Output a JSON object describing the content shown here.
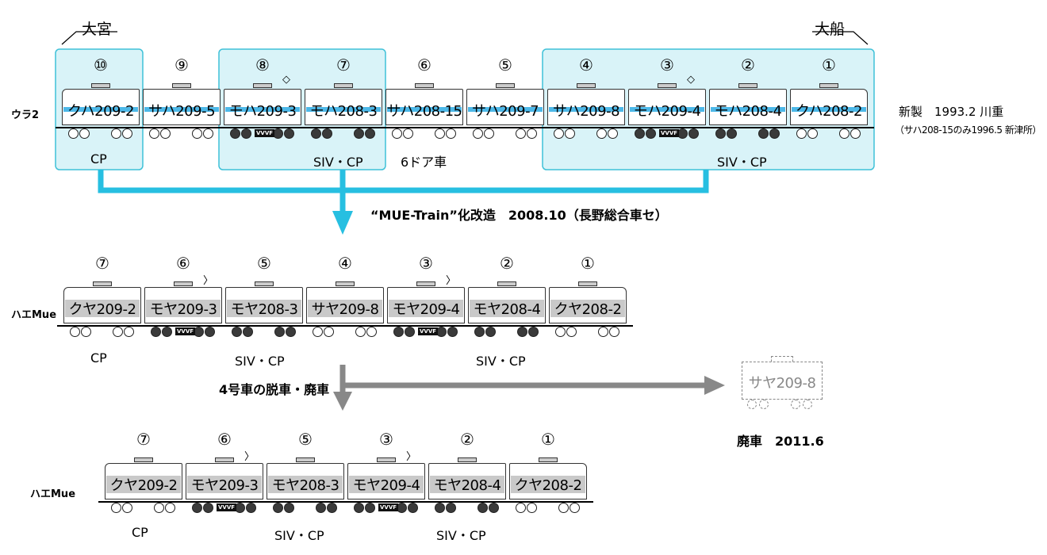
{
  "directions": {
    "left": "大宮",
    "right": "大船"
  },
  "colors": {
    "highlight_fill": "#d9f3f8",
    "highlight_border": "#3fc1d8",
    "stripe_blue": "#4db8e8",
    "stripe_gray": "#c9c9c9",
    "arrow_cyan": "#27bfe1",
    "arrow_gray": "#888888",
    "wheel_dark": "#3a3a3a"
  },
  "formation_ura2": {
    "label": "ウラ2",
    "note": "新製　1993.2 川重",
    "note2": "（サハ208-15のみ1996.5 新津所）",
    "cars": [
      {
        "num": "⑩",
        "name": "クハ209-2",
        "motor": false,
        "cab": "left"
      },
      {
        "num": "⑨",
        "name": "サハ209-5",
        "motor": false
      },
      {
        "num": "⑧",
        "name": "モハ209-3",
        "motor": true,
        "pantograph": true
      },
      {
        "num": "⑦",
        "name": "モハ208-3",
        "motor": true
      },
      {
        "num": "⑥",
        "name": "サハ208-15",
        "motor": false
      },
      {
        "num": "⑤",
        "name": "サハ209-7",
        "motor": false
      },
      {
        "num": "④",
        "name": "サハ209-8",
        "motor": false
      },
      {
        "num": "③",
        "name": "モハ209-4",
        "motor": true,
        "pantograph": true
      },
      {
        "num": "②",
        "name": "モハ208-4",
        "motor": true
      },
      {
        "num": "①",
        "name": "クハ208-2",
        "motor": false,
        "cab": "right"
      }
    ],
    "equipment": [
      {
        "text": "CP"
      },
      {
        "text": "SIV・CP"
      },
      {
        "text": "6ドア車"
      },
      {
        "text": "SIV・CP"
      }
    ]
  },
  "conversion_label": "“MUE-Train”化改造　2008.10（長野総合車セ）",
  "formation_mue1": {
    "label": "ハエMue",
    "cars": [
      {
        "num": "⑦",
        "name": "クヤ209-2",
        "motor": false,
        "cab": "left"
      },
      {
        "num": "⑥",
        "name": "モヤ209-3",
        "motor": true,
        "pantograph": true
      },
      {
        "num": "⑤",
        "name": "モヤ208-3",
        "motor": true
      },
      {
        "num": "④",
        "name": "サヤ209-8",
        "motor": false
      },
      {
        "num": "③",
        "name": "モヤ209-4",
        "motor": true,
        "pantograph": true
      },
      {
        "num": "②",
        "name": "モヤ208-4",
        "motor": true
      },
      {
        "num": "①",
        "name": "クヤ208-2",
        "motor": false,
        "cab": "right"
      }
    ],
    "equipment": [
      {
        "text": "CP"
      },
      {
        "text": "SIV・CP"
      },
      {
        "text": "SIV・CP"
      }
    ]
  },
  "removal_label": "4号車の脱車・廃車",
  "removed_car": {
    "name": "サヤ209-8",
    "label": "廃車　2011.6"
  },
  "formation_mue2": {
    "label": "ハエMue",
    "cars": [
      {
        "num": "⑦",
        "name": "クヤ209-2",
        "motor": false,
        "cab": "left"
      },
      {
        "num": "⑥",
        "name": "モヤ209-3",
        "motor": true,
        "pantograph": true
      },
      {
        "num": "⑤",
        "name": "モヤ208-3",
        "motor": true
      },
      {
        "num": "③",
        "name": "モヤ209-4",
        "motor": true,
        "pantograph": true
      },
      {
        "num": "②",
        "name": "モヤ208-4",
        "motor": true
      },
      {
        "num": "①",
        "name": "クヤ208-2",
        "motor": false,
        "cab": "right"
      }
    ],
    "equipment": [
      {
        "text": "CP"
      },
      {
        "text": "SIV・CP"
      },
      {
        "text": "SIV・CP"
      }
    ]
  },
  "vvvf_label": "VVVF"
}
